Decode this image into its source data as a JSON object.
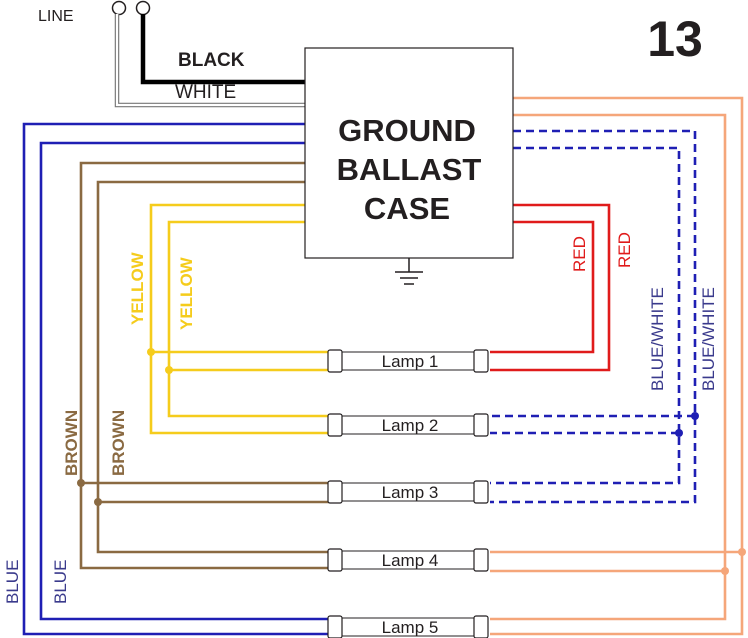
{
  "diagram_number": "13",
  "line_label": "LINE",
  "black_label": "BLACK",
  "white_label": "WHITE",
  "ballast": {
    "line1": "GROUND",
    "line2": "BALLAST",
    "line3": "CASE"
  },
  "lamps": [
    "Lamp 1",
    "Lamp 2",
    "Lamp 3",
    "Lamp 4",
    "Lamp 5"
  ],
  "wire_labels": {
    "yellow_1": "YELLOW",
    "yellow_2": "YELLOW",
    "red_1": "RED",
    "red_2": "RED",
    "blue_white_1": "BLUE/WHITE",
    "blue_white_2": "BLUE/WHITE",
    "brown_1": "BROWN",
    "brown_2": "BROWN",
    "blue_1": "BLUE",
    "blue_2": "BLUE"
  },
  "colors": {
    "black": "#000000",
    "blue": "#1f1fb4",
    "brown": "#8a6a42",
    "yellow": "#f5cc1c",
    "red": "#e01b1b",
    "orange": "#f5a67a",
    "white_wire": "#777777",
    "text": "#231f20"
  }
}
